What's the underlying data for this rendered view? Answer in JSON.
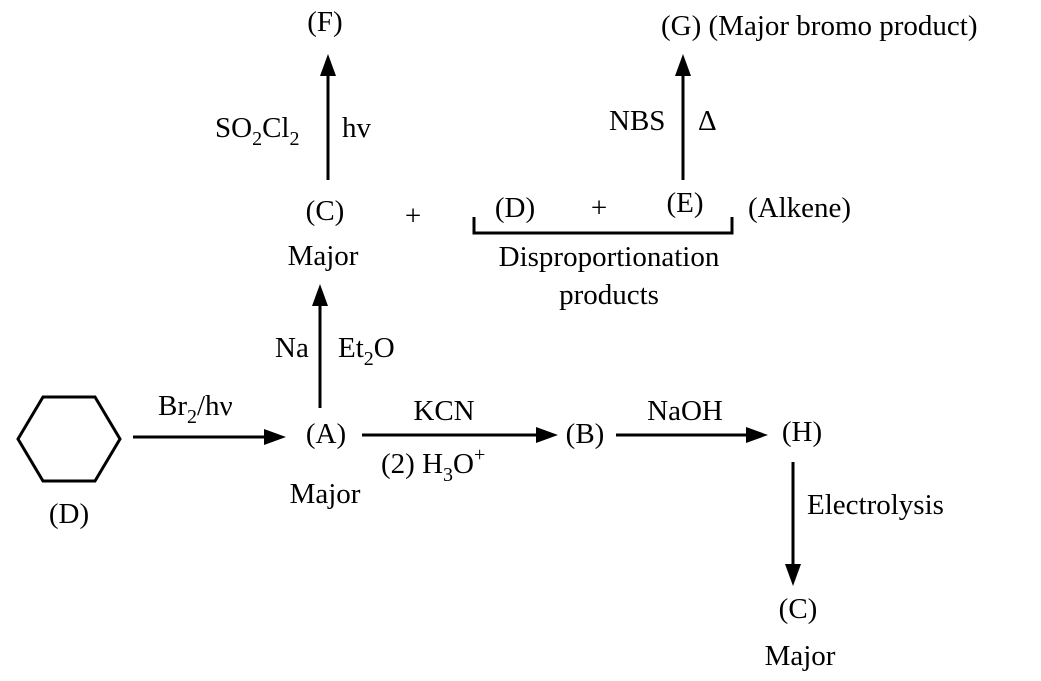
{
  "labels": {
    "F": "(F)",
    "G": "(G) (Major bromo product)",
    "reagent_so2cl2_main": "SO",
    "reagent_so2cl2_sub1": "2",
    "reagent_so2cl2_cl": "Cl",
    "reagent_so2cl2_sub2": "2",
    "reagent_hv_top": "hv",
    "reagent_nbs": "NBS",
    "reagent_delta": "Δ",
    "C_top": "(C)",
    "plus1": "+",
    "D_mid": "(D)",
    "plus2": "+",
    "E": "(E)",
    "alkene": "(Alkene)",
    "major_C_top": "Major",
    "disproportionation": "Disproportionation",
    "products": "products",
    "reagent_na": "Na",
    "reagent_et": "Et",
    "reagent_et_sub": "2",
    "reagent_et_o": "O",
    "reagent_br": "Br",
    "reagent_br_sub": "2",
    "reagent_br_hv": "/hν",
    "A": "(A)",
    "reagent_kcn": "KCN",
    "reagent_h3o_pre": "(2) H",
    "reagent_h3o_sub": "3",
    "reagent_h3o_o": "O",
    "reagent_h3o_sup": "+",
    "B": "(B)",
    "reagent_naoh": "NaOH",
    "H": "(H)",
    "D_bottom": "(D)",
    "major_A": "Major",
    "reagent_electrolysis": "Electrolysis",
    "C_bottom": "(C)",
    "major_C_bottom": "Major"
  }
}
